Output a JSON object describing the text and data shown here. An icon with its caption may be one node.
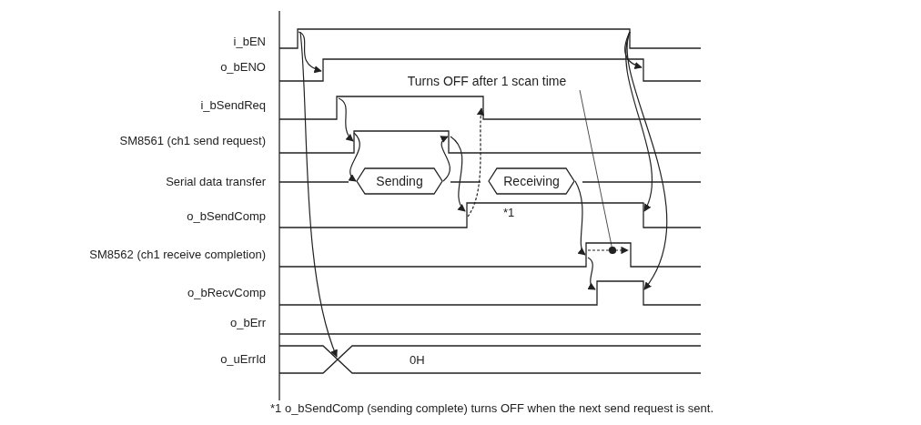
{
  "diagram": {
    "nodes": [
      {
        "text": [
          "Sending"
        ]
      },
      {
        "text": [
          "Receiving"
        ]
      },
      {
        "text": [
          "Turns OFF after 1 scan time"
        ]
      }
    ],
    "edges": [
      {
        "from": null,
        "to": 0,
        "arrow": "to"
      },
      {
        "from": 0,
        "to": null,
        "arrow": "to"
      },
      {
        "from": 1,
        "to": null,
        "arrow": "to"
      },
      {
        "from": 2,
        "to": null,
        "arrow": "other"
      }
    ],
    "labels": [
      "i_bEN",
      "o_bENO",
      "i_bSendReq",
      "SM8561 (ch1 send request)",
      "Serial data transfer",
      "o_bSendComp",
      "SM8562 (ch1 receive completion)",
      "o_bRecvComp",
      "o_bErr",
      "o_uErrId",
      "*1",
      "0H",
      "*1 o_bSendComp (sending complete) turns OFF when the next send request is sent."
    ]
  }
}
